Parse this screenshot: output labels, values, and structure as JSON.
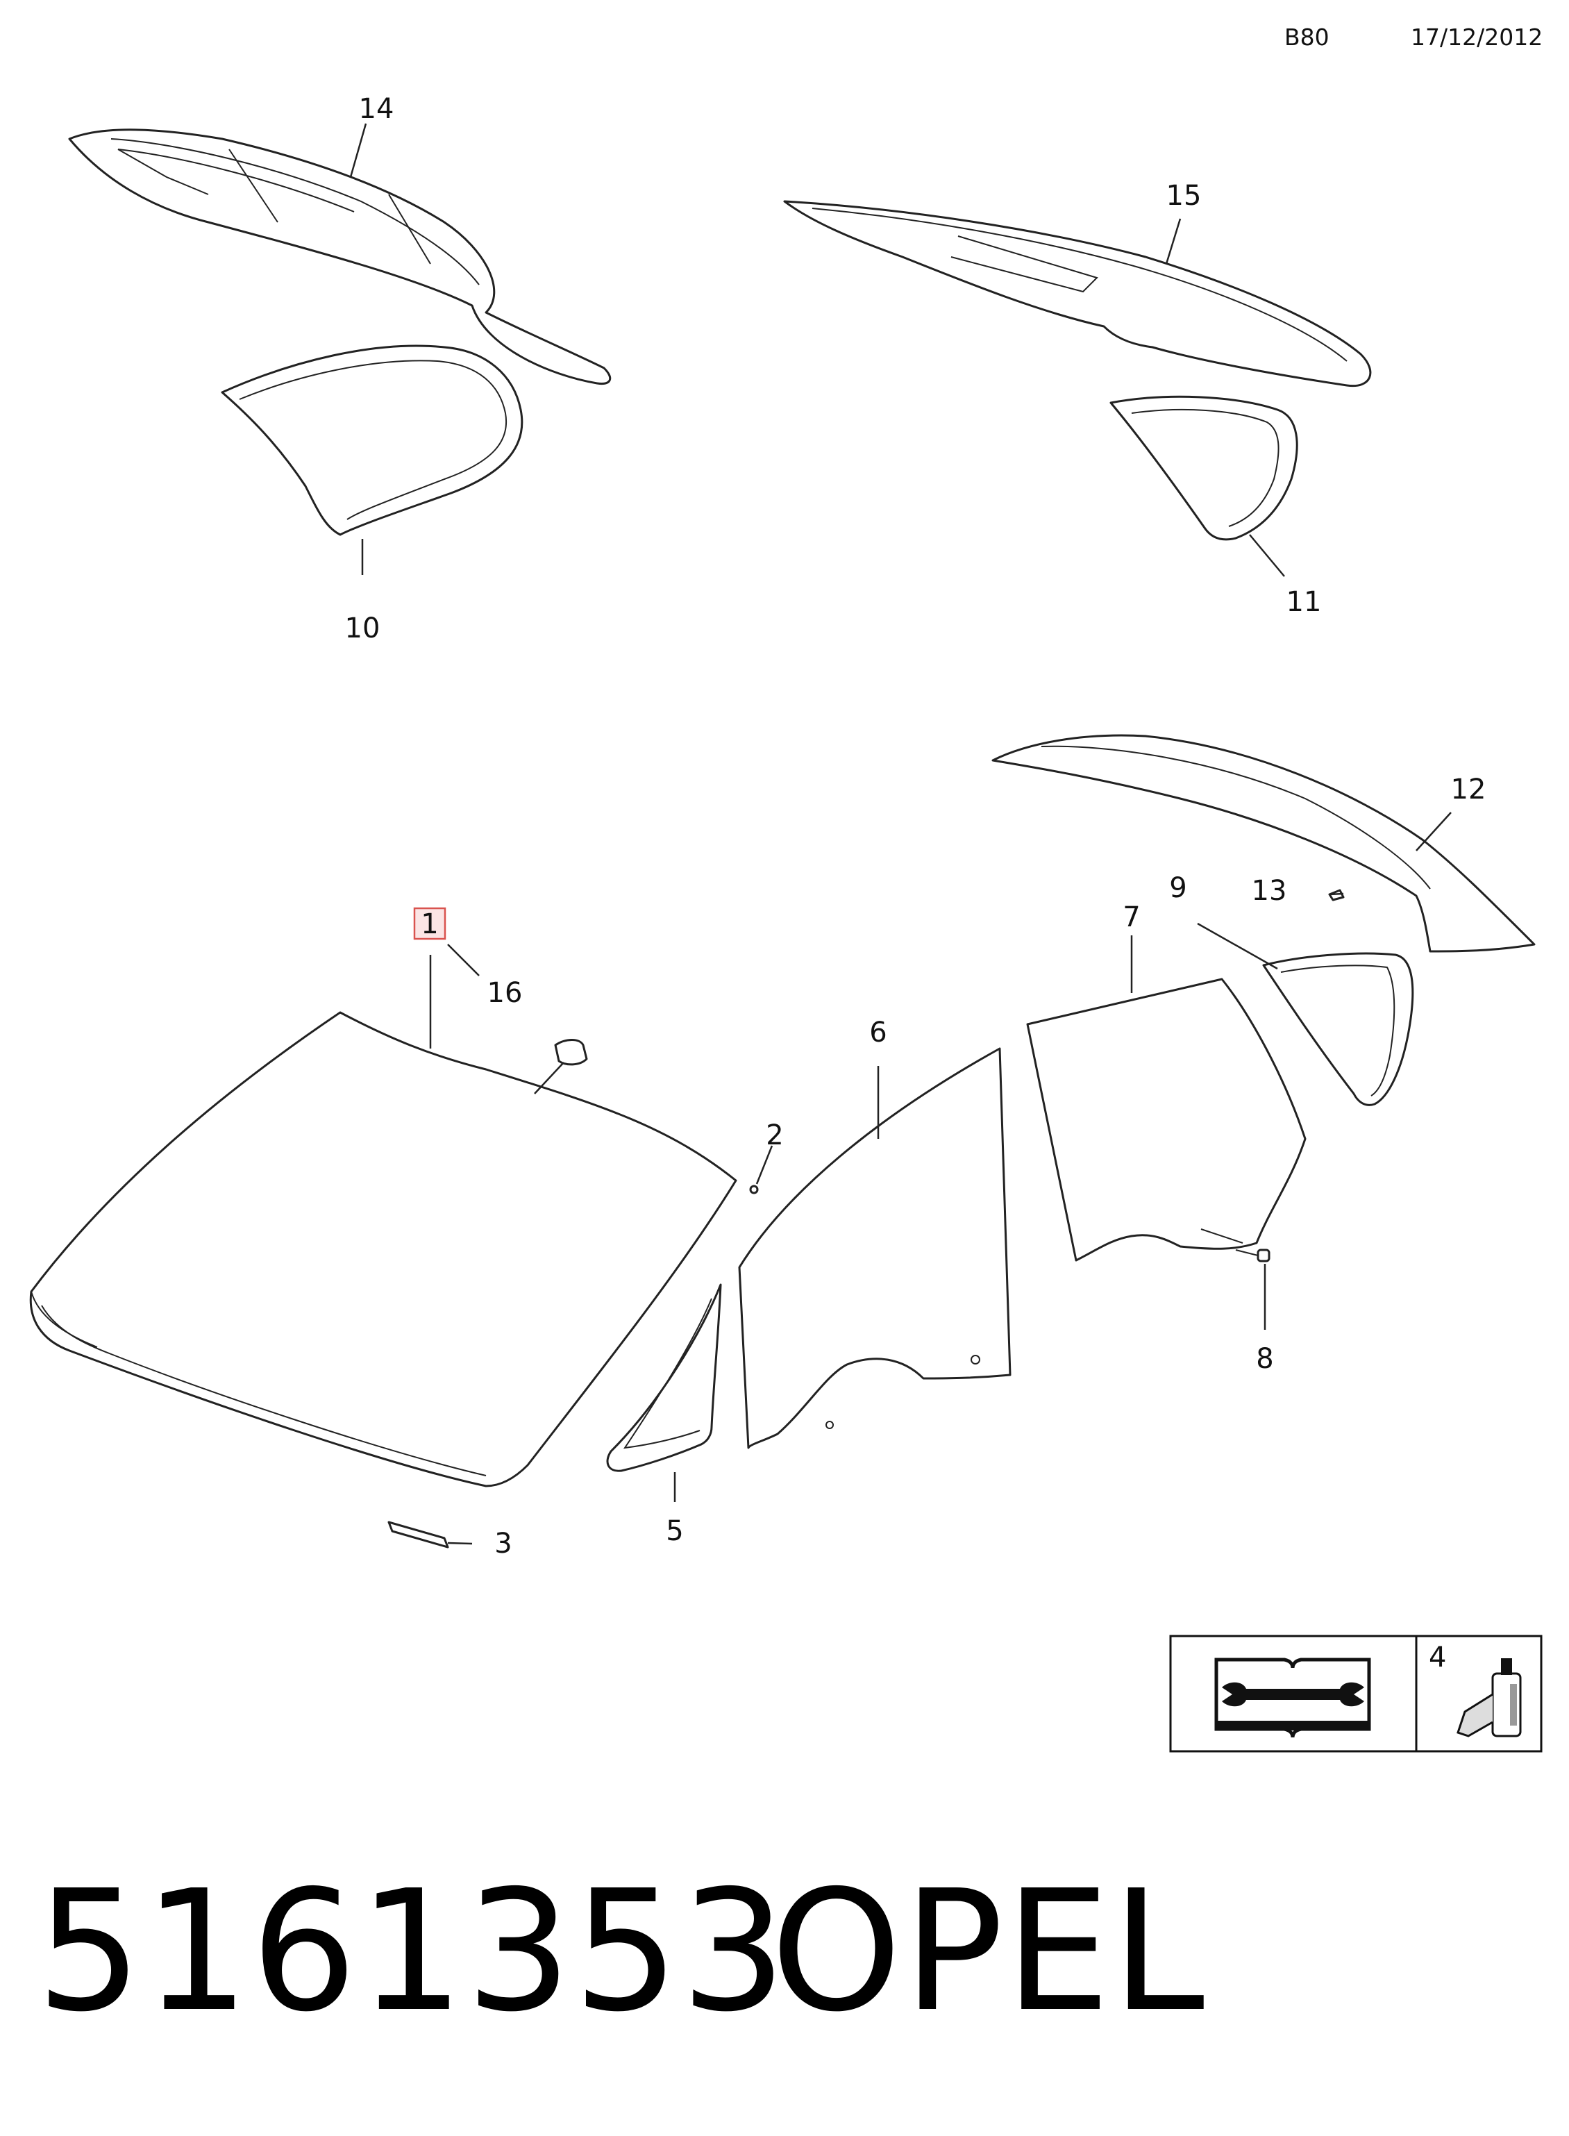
{
  "header": {
    "code": "B80",
    "date": "17/12/2012"
  },
  "callouts": {
    "c1": "1",
    "c2": "2",
    "c3": "3",
    "c4": "4",
    "c5": "5",
    "c6": "6",
    "c7": "7",
    "c8": "8",
    "c9": "9",
    "c10": "10",
    "c11": "11",
    "c12": "12",
    "c13": "13",
    "c14": "14",
    "c15": "15",
    "c16": "16"
  },
  "icons": {
    "manual": "book-wrench-icon",
    "adhesive": "adhesive-bottle-icon"
  },
  "highlight_color": "#d9534f",
  "footer": {
    "part_number": "5161353",
    "brand": "OPEL"
  }
}
